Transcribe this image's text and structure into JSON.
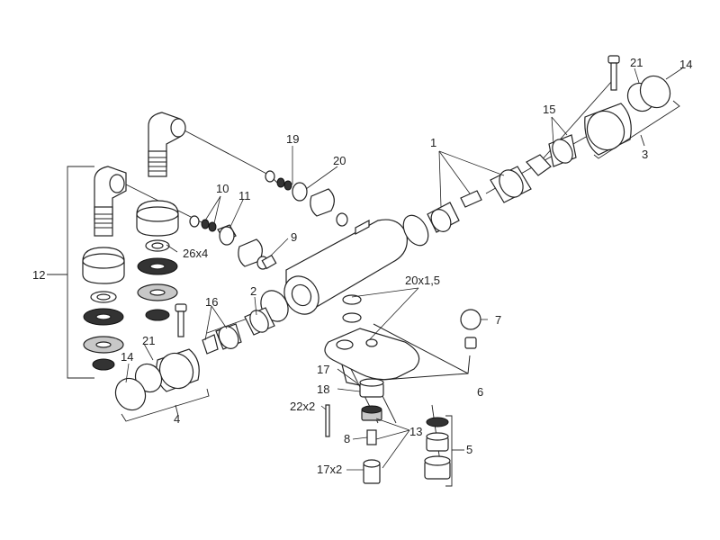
{
  "labels": {
    "l1": "1",
    "l2": "2",
    "l3": "3",
    "l4": "4",
    "l5": "5",
    "l6": "6",
    "l7": "7",
    "l8": "8",
    "l9": "9",
    "l10": "10",
    "l11": "11",
    "l12": "12",
    "l13": "13",
    "l14_right": "14",
    "l14_left": "14",
    "l15": "15",
    "l16": "16",
    "l17": "17",
    "l17x2": "17x2",
    "l18": "18",
    "l19": "19",
    "l20": "20",
    "l20x15": "20x1,5",
    "l21_right": "21",
    "l21_left": "21",
    "l22x2": "22x2",
    "l26x4": "26x4"
  }
}
